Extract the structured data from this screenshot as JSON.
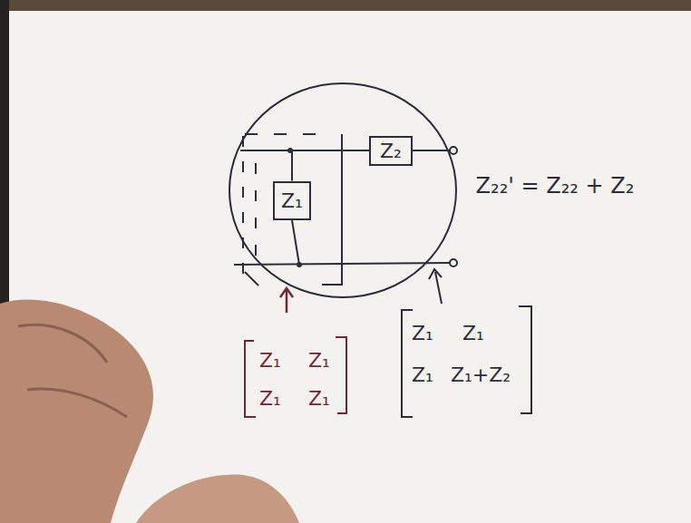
{
  "diagram": {
    "nodes": [
      {
        "text": [
          "Z₁"
        ]
      },
      {
        "text": [
          "Z₂"
        ]
      }
    ],
    "edges": [
      {
        "from": 0,
        "to": 1,
        "arrow": "none"
      }
    ],
    "labels": [
      "Z₂₂' = Z₂₂ + Z₂",
      "Z₁",
      "Z₁",
      "Z₁",
      "Z₁",
      "Z₁",
      "Z₁",
      "Z₁",
      "Z₁+Z₂"
    ]
  }
}
